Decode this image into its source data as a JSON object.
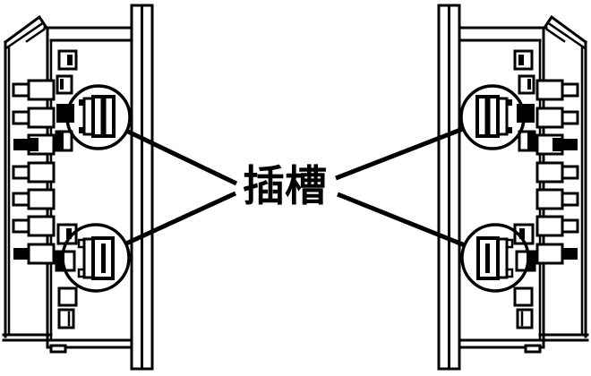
{
  "figure": {
    "type": "technical-line-drawing",
    "slot_callout_count": 4
  },
  "callout": {
    "label": "插槽"
  },
  "colors": {
    "ink": "#000000",
    "background": "#ffffff"
  }
}
